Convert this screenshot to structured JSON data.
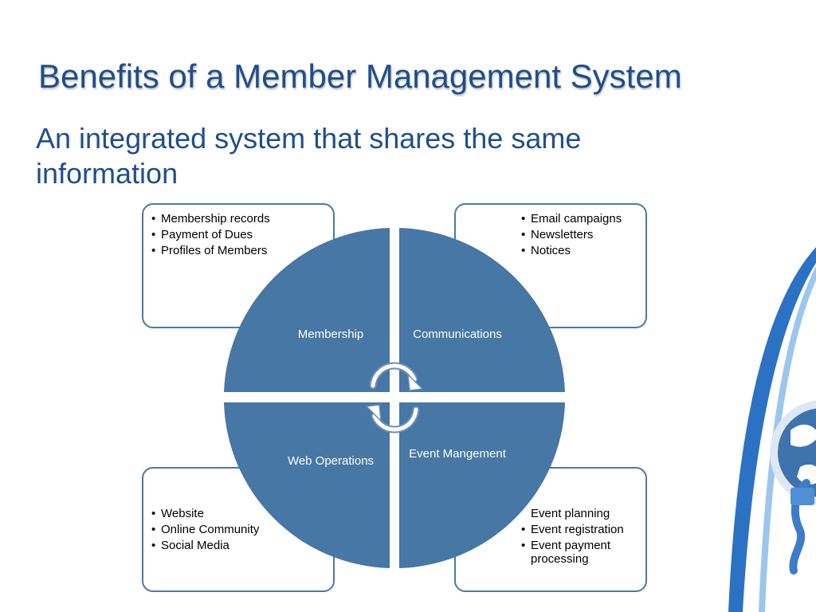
{
  "slide": {
    "title": "Benefits of a Member Management System",
    "subtitle": "An integrated system that shares the same information"
  },
  "diagram": {
    "fill_color": "#4677a5",
    "border_color": "#4e78a6",
    "quadrants": [
      {
        "label": "Membership",
        "items": [
          "Membership records",
          "Payment of Dues",
          "Profiles of Members"
        ]
      },
      {
        "label": "Communications",
        "items": [
          "Email campaigns",
          "Newsletters",
          "Notices"
        ]
      },
      {
        "label": "Web Operations",
        "items": [
          "Website",
          "Online Community",
          "Social Media"
        ]
      },
      {
        "label": "Event Mangement",
        "items": [
          "Event planning",
          "Event registration",
          "Event payment processing"
        ]
      }
    ]
  },
  "icons": [
    "cycle-arrows-icon",
    "globe-icon"
  ]
}
